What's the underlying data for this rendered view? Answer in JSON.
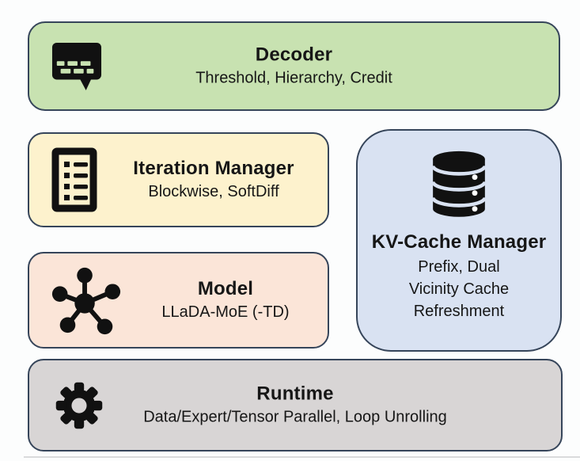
{
  "page": {
    "background": "#fcfdfd",
    "border_color": "#36455a",
    "text_color": "#161616"
  },
  "blocks": {
    "decoder": {
      "title": "Decoder",
      "subtitle": "Threshold, Hierarchy, Credit",
      "fill": "#c8e2b1",
      "icon": "chat-bubble-icon"
    },
    "iteration_manager": {
      "title": "Iteration Manager",
      "subtitle": "Blockwise, SoftDiff",
      "fill": "#fdf2cd",
      "icon": "list-document-icon"
    },
    "kv_cache_manager": {
      "title": "KV-Cache Manager",
      "subtitle_lines": [
        "Prefix, Dual",
        "Vicinity Cache",
        "Refreshment"
      ],
      "fill": "#d9e2f2",
      "icon": "database-icon"
    },
    "model": {
      "title": "Model",
      "subtitle": "LLaDA-MoE (-TD)",
      "fill": "#fbe5d8",
      "icon": "network-graph-icon"
    },
    "runtime": {
      "title": "Runtime",
      "subtitle": "Data/Expert/Tensor Parallel, Loop Unrolling",
      "fill": "#d8d5d5",
      "icon": "gear-icon"
    }
  }
}
